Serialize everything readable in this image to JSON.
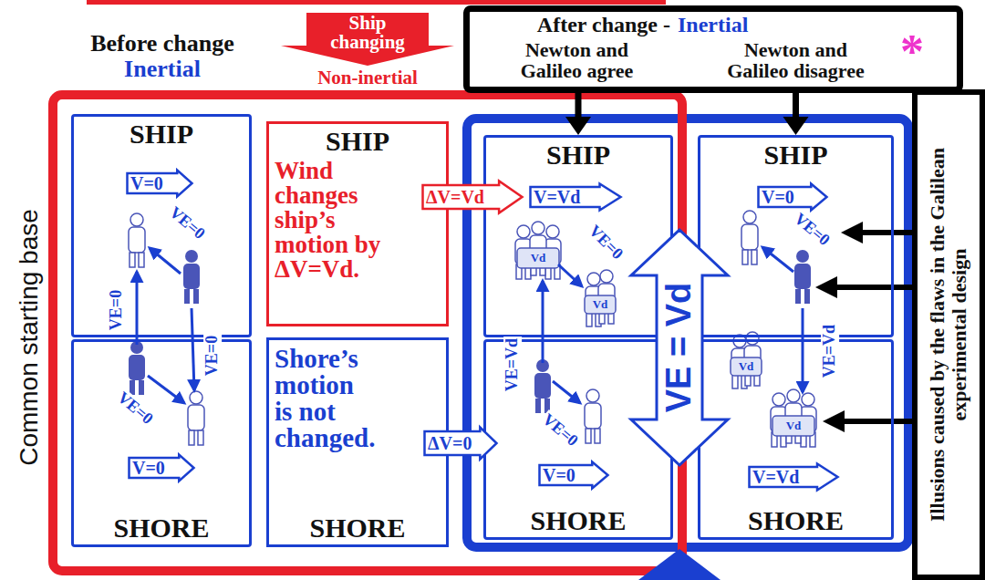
{
  "diagram": {
    "nodes": [
      {
        "text": [
          "After change -",
          "Inertial",
          "Newton and Galileo agree",
          "Newton and Galileo disagree",
          "*"
        ]
      },
      {
        "text": [
          "Ship changing",
          "Non-inertial"
        ]
      },
      {
        "text": [
          "Illusions caused by the flaws in the Galilean experimental design"
        ]
      },
      {
        "text": [
          "SHIP"
        ]
      },
      {
        "text": [
          "V=0"
        ],
        "in": 3
      },
      {
        "text": [
          "SHORE"
        ]
      },
      {
        "text": [
          "V=0"
        ],
        "in": 5
      },
      {
        "text": [
          "SHIP",
          "Wind changes ship’s motion by ΔV=Vd."
        ]
      },
      {
        "text": [
          "Shore’s motion is not changed.",
          "SHORE"
        ]
      },
      {
        "text": [
          "SHIP"
        ]
      },
      {
        "text": [
          "V=Vd"
        ],
        "in": 9
      },
      {
        "text": [
          "SHORE"
        ]
      },
      {
        "text": [
          "V=0"
        ],
        "in": 11
      },
      {
        "text": [
          "SHIP"
        ]
      },
      {
        "text": [
          "V=0"
        ],
        "in": 13
      },
      {
        "text": [
          "SHORE"
        ]
      },
      {
        "text": [
          "V=Vd"
        ],
        "in": 15
      },
      {
        "text": [
          "ΔV=Vd"
        ]
      },
      {
        "text": [
          "ΔV=0"
        ]
      },
      {
        "text": [
          "VE = Vd"
        ]
      }
    ],
    "edges": [
      {
        "from": 0,
        "to": 9,
        "arrow": "to"
      },
      {
        "from": 0,
        "to": 13,
        "arrow": "to"
      }
    ],
    "labels": [
      "Before change",
      "Inertial",
      "Common starting base",
      "VE=0",
      "VE=0",
      "VE=0",
      "VE=0",
      "VE=0",
      "VE=Vd",
      "VE=0",
      "VE=0",
      "VE=Vd",
      "Vd",
      "Vd",
      "Vd",
      "Vd"
    ]
  }
}
